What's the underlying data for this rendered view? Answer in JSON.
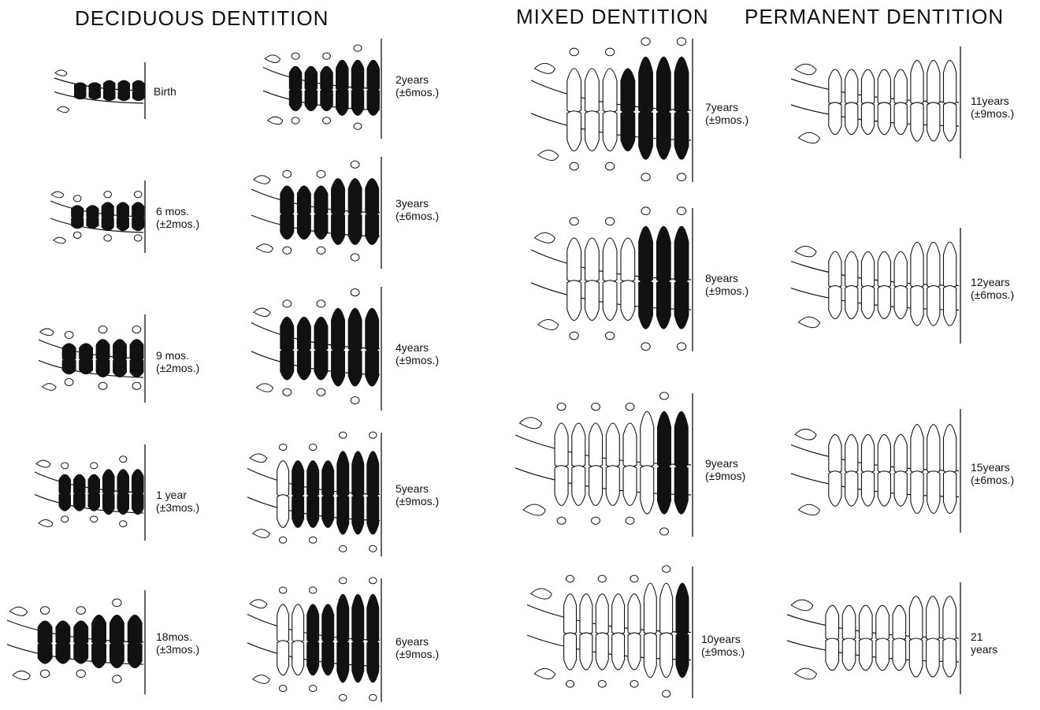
{
  "headers": {
    "deciduous": "DECIDUOUS DENTITION",
    "mixed": "MIXED DENTITION",
    "permanent": "PERMANENT DENTITION"
  },
  "stages": [
    {
      "id": "birth",
      "age": "Birth",
      "range": "",
      "kind": "deciduous"
    },
    {
      "id": "6mos",
      "age": "6 mos.",
      "range": "(±2mos.)",
      "kind": "deciduous"
    },
    {
      "id": "9mos",
      "age": "9 mos.",
      "range": "(±2mos.)",
      "kind": "deciduous"
    },
    {
      "id": "1year",
      "age": "1 year",
      "range": "(±3mos.)",
      "kind": "deciduous"
    },
    {
      "id": "18mos",
      "age": "18mos.",
      "range": "(±3mos.)",
      "kind": "deciduous"
    },
    {
      "id": "2years",
      "age": "2years",
      "range": "(±6mos.)",
      "kind": "deciduous"
    },
    {
      "id": "3years",
      "age": "3years",
      "range": "(±6mos.)",
      "kind": "deciduous"
    },
    {
      "id": "4years",
      "age": "4years",
      "range": "(±9mos.)",
      "kind": "deciduous"
    },
    {
      "id": "5years",
      "age": "5years",
      "range": "(±9mos.)",
      "kind": "deciduous"
    },
    {
      "id": "6years",
      "age": "6years",
      "range": "(±9mos.)",
      "kind": "deciduous"
    },
    {
      "id": "7years",
      "age": "7years",
      "range": "(±9mos.)",
      "kind": "mixed"
    },
    {
      "id": "8years",
      "age": "8years",
      "range": "(±9mos.)",
      "kind": "mixed"
    },
    {
      "id": "9years",
      "age": "9years",
      "range": "(±9mos)",
      "kind": "mixed"
    },
    {
      "id": "10years",
      "age": "10years",
      "range": "(±9mos.)",
      "kind": "mixed"
    },
    {
      "id": "11years",
      "age": "11years",
      "range": "(±9mos.)",
      "kind": "permanent"
    },
    {
      "id": "12years",
      "age": "12years",
      "range": "(±6mos.)",
      "kind": "permanent"
    },
    {
      "id": "15years",
      "age": "15years",
      "range": "(±6mos.)",
      "kind": "permanent"
    },
    {
      "id": "21years",
      "age": "21",
      "range": "years",
      "kind": "permanent"
    }
  ]
}
